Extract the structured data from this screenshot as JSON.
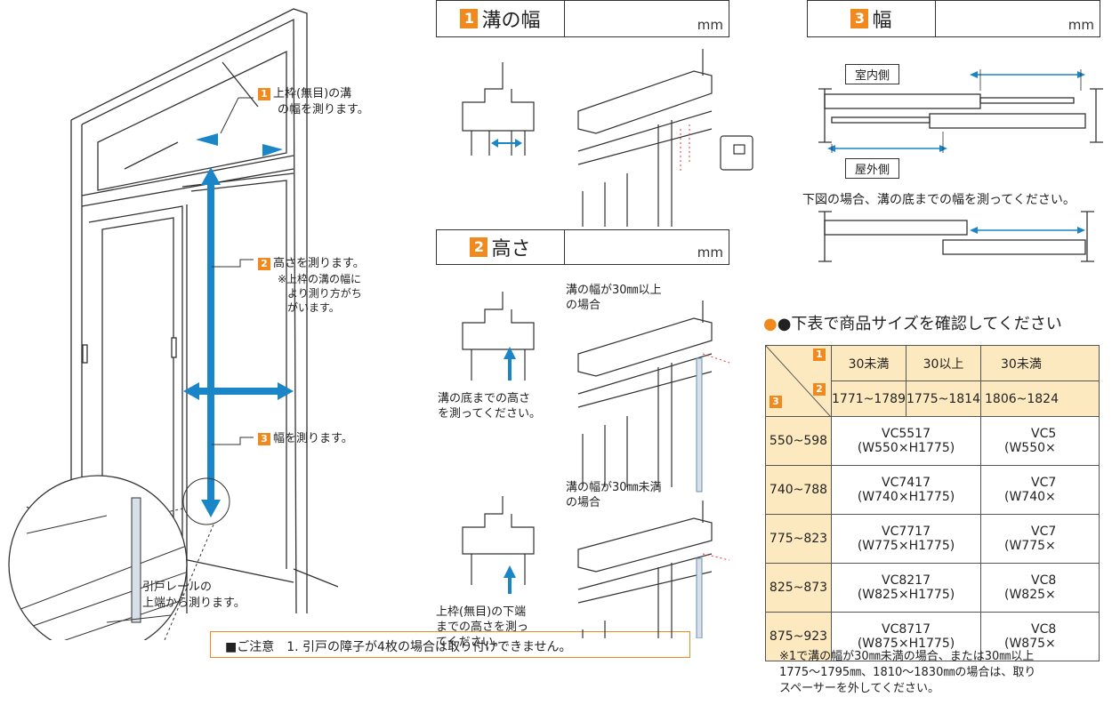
{
  "left": {
    "step1": {
      "num": "1",
      "text1": "上枠(無目)の溝",
      "text2": "の幅を測ります。"
    },
    "step2": {
      "num": "2",
      "text1": "高さを測ります。",
      "note1": "※上枠の溝の幅に",
      "note2": "より測り方がち",
      "note3": "がいます。"
    },
    "step3": {
      "num": "3",
      "text": "幅を測ります。"
    },
    "rail1": "引戸レールの",
    "rail2": "上端から測ります。"
  },
  "caution": "■ご注意　1. 引戸の障子が4枚の場合は取り付けできません。",
  "box1": {
    "num": "1",
    "label": "溝の幅",
    "unit": "mm"
  },
  "box2": {
    "num": "2",
    "label": "高さ",
    "unit": "mm"
  },
  "box3": {
    "num": "3",
    "label": "幅",
    "unit": "mm"
  },
  "mid": {
    "over30_1": "溝の幅が30㎜以上",
    "over30_2": "の場合",
    "bottom1": "溝の底までの高さ",
    "bottom2": "を測ってください。",
    "under30_1": "溝の幅が30㎜未満",
    "under30_2": "の場合",
    "lower1": "上枠(無目)の下端",
    "lower2": "までの高さを測っ",
    "lower3": "てください。"
  },
  "right": {
    "indoor": "室内側",
    "outdoor": "屋外側",
    "bottomnote": "下図の場合、溝の底までの幅を測ってください。",
    "heading": "●下表で商品サイズを確認してください",
    "footnote1": "※1で溝の幅が30㎜未満の場合、または30㎜以上",
    "footnote2": "1775～1795㎜、1810～1830㎜の場合は、取り",
    "footnote3": "スペーサーを外してください。"
  },
  "table": {
    "corner_top": "1",
    "corner_mid": "2",
    "corner_left": "3",
    "groove": [
      "30未満",
      "30以上",
      "30未満"
    ],
    "heights": [
      "1771~1789",
      "1775~1814",
      "1806~1824"
    ],
    "rows": [
      {
        "w": "550~598",
        "a": "VC5517",
        "a2": "(W550×H1775)",
        "b": "VC5",
        "b2": "(W550×"
      },
      {
        "w": "740~788",
        "a": "VC7417",
        "a2": "(W740×H1775)",
        "b": "VC7",
        "b2": "(W740×"
      },
      {
        "w": "775~823",
        "a": "VC7717",
        "a2": "(W775×H1775)",
        "b": "VC7",
        "b2": "(W775×"
      },
      {
        "w": "825~873",
        "a": "VC8217",
        "a2": "(W825×H1775)",
        "b": "VC8",
        "b2": "(W825×"
      },
      {
        "w": "875~923",
        "a": "VC8717",
        "a2": "(W875×H1775)",
        "b": "VC8",
        "b2": "(W875×"
      }
    ]
  },
  "colors": {
    "accent": "#f08a1e",
    "arrow": "#1a86c8",
    "header": "#fde9bf"
  }
}
